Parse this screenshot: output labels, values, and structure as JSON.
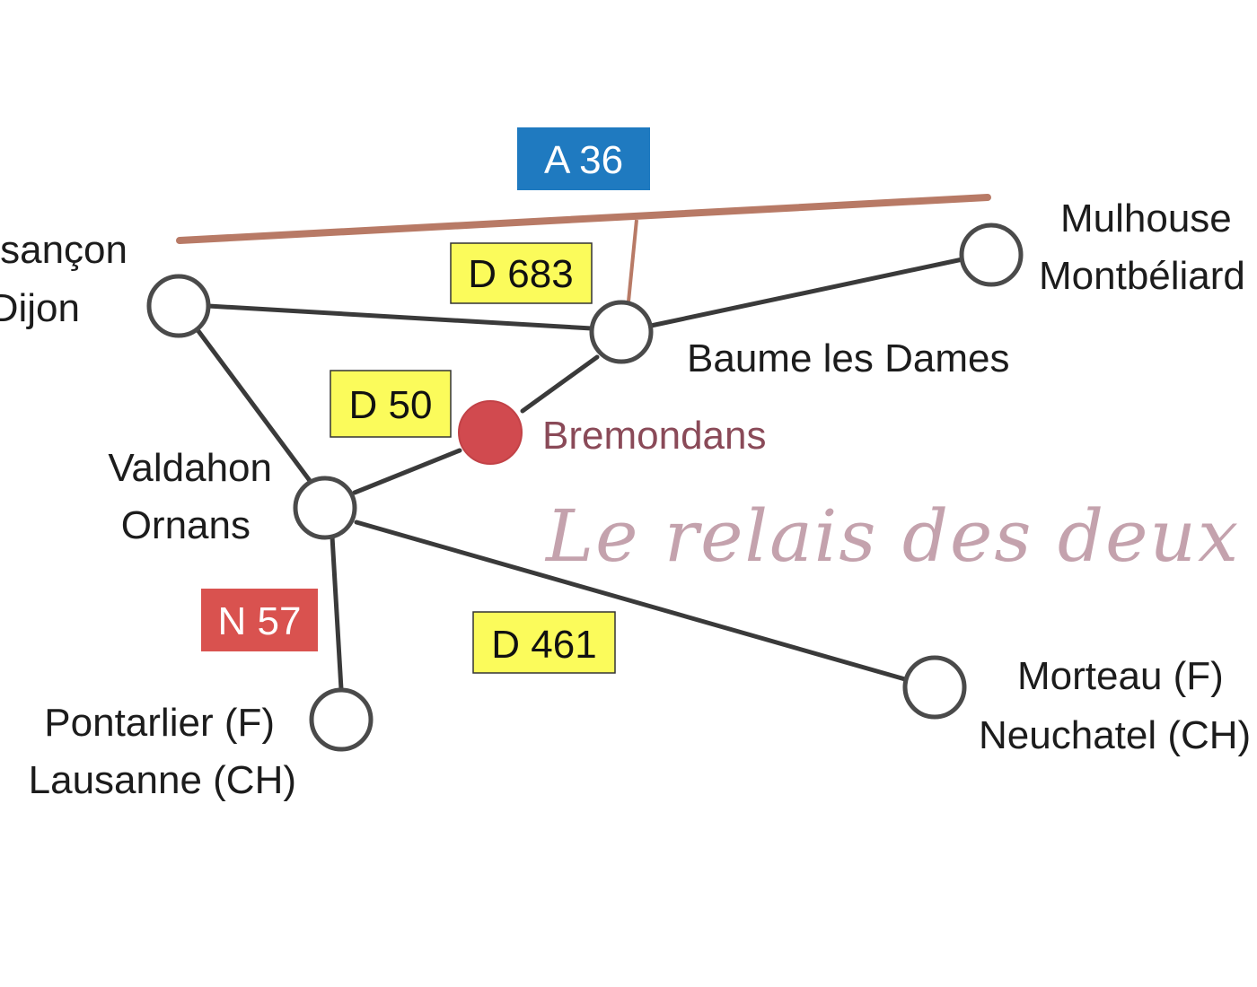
{
  "colors": {
    "motorway": "#b87a66",
    "road": "#3a3a3a",
    "badge_motorway": "#1f7ac0",
    "badge_departmental": "#fbfb5b",
    "badge_national": "#d9524f",
    "destination_marker": "#d14a4f",
    "destination_text": "#8a4a58",
    "tagline_text": "#c4a2ad"
  },
  "road_badges": {
    "a36": "A 36",
    "d683": "D 683",
    "d50": "D 50",
    "n57": "N 57",
    "d461": "D 461"
  },
  "places": {
    "besancon_line1": "sançon",
    "besancon_line2": "Dijon",
    "mulhouse_line1": "Mulhouse",
    "mulhouse_line2": "Montbéliard",
    "baume": "Baume les Dames",
    "valdahon_line1": "Valdahon",
    "valdahon_line2": "Ornans",
    "pontarlier_line1": "Pontarlier (F)",
    "pontarlier_line2": "Lausanne (CH)",
    "morteau_line1": "Morteau (F)",
    "morteau_line2": "Neuchatel (CH)"
  },
  "destination": {
    "name": "Bremondans"
  },
  "tagline": "Le relais des deux tours"
}
